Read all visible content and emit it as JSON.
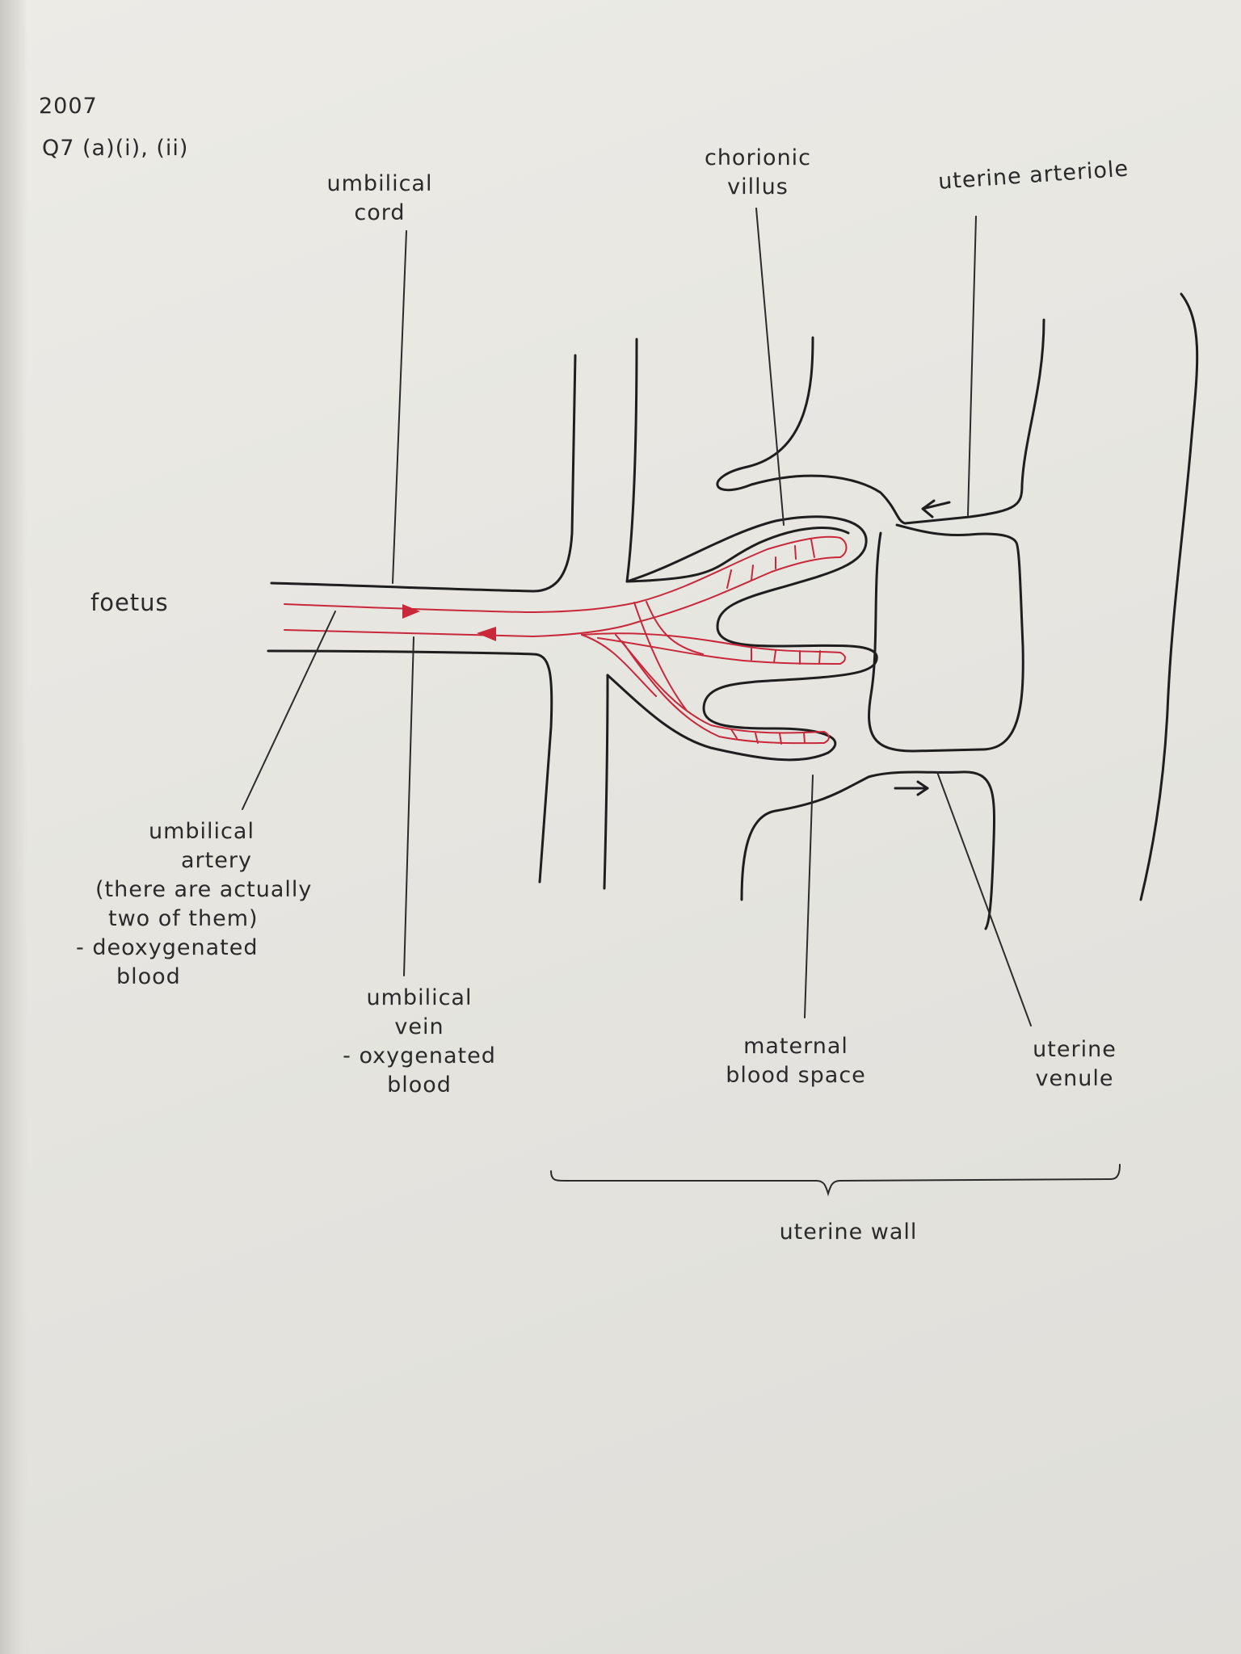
{
  "header": {
    "year": "2007",
    "question": "Q7 (a)(i), (ii)"
  },
  "labels": {
    "foetus": "foetus",
    "umbilical_cord": [
      "umbilical",
      "cord"
    ],
    "chorionic_villus": [
      "chorionic",
      "villus"
    ],
    "uterine_arteriole": "uterine arteriole",
    "umbilical_artery": [
      "umbilical",
      "artery",
      "(there are actually",
      "two of them)",
      "- deoxygenated",
      "blood"
    ],
    "umbilical_vein": [
      "umbilical",
      "vein",
      "- oxygenated",
      "blood"
    ],
    "maternal_blood_space": [
      "maternal",
      "blood space"
    ],
    "uterine_venule": [
      "uterine",
      "venule"
    ],
    "uterine_wall": "uterine wall"
  },
  "colors": {
    "ink": "#1e1e1e",
    "vessel": "#c8283a",
    "paper": "#e8e7e2"
  }
}
